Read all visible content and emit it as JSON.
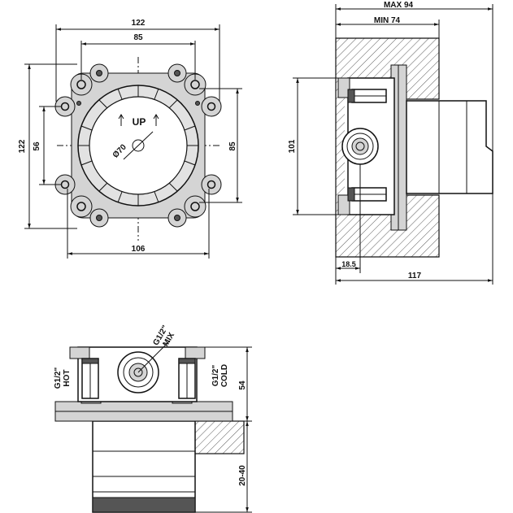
{
  "front_view": {
    "dim_top_outer": "122",
    "dim_top_inner": "85",
    "dim_left_outer": "122",
    "dim_left_inner": "56",
    "dim_right": "85",
    "dim_bottom": "106",
    "label_up": "UP",
    "label_diameter": "Ø70"
  },
  "side_view": {
    "dim_max": "MAX 94",
    "dim_min": "MIN 74",
    "dim_height": "101",
    "dim_offset": "18.5",
    "dim_width": "117"
  },
  "bottom_view": {
    "label_mix_line1": "G1/2\"",
    "label_mix_line2": "MIX",
    "label_hot_line1": "G1/2\"",
    "label_hot_line2": "HOT",
    "label_cold_line1": "G1/2\"",
    "label_cold_line2": "COLD",
    "dim_height": "54",
    "dim_depth": "20-40"
  }
}
